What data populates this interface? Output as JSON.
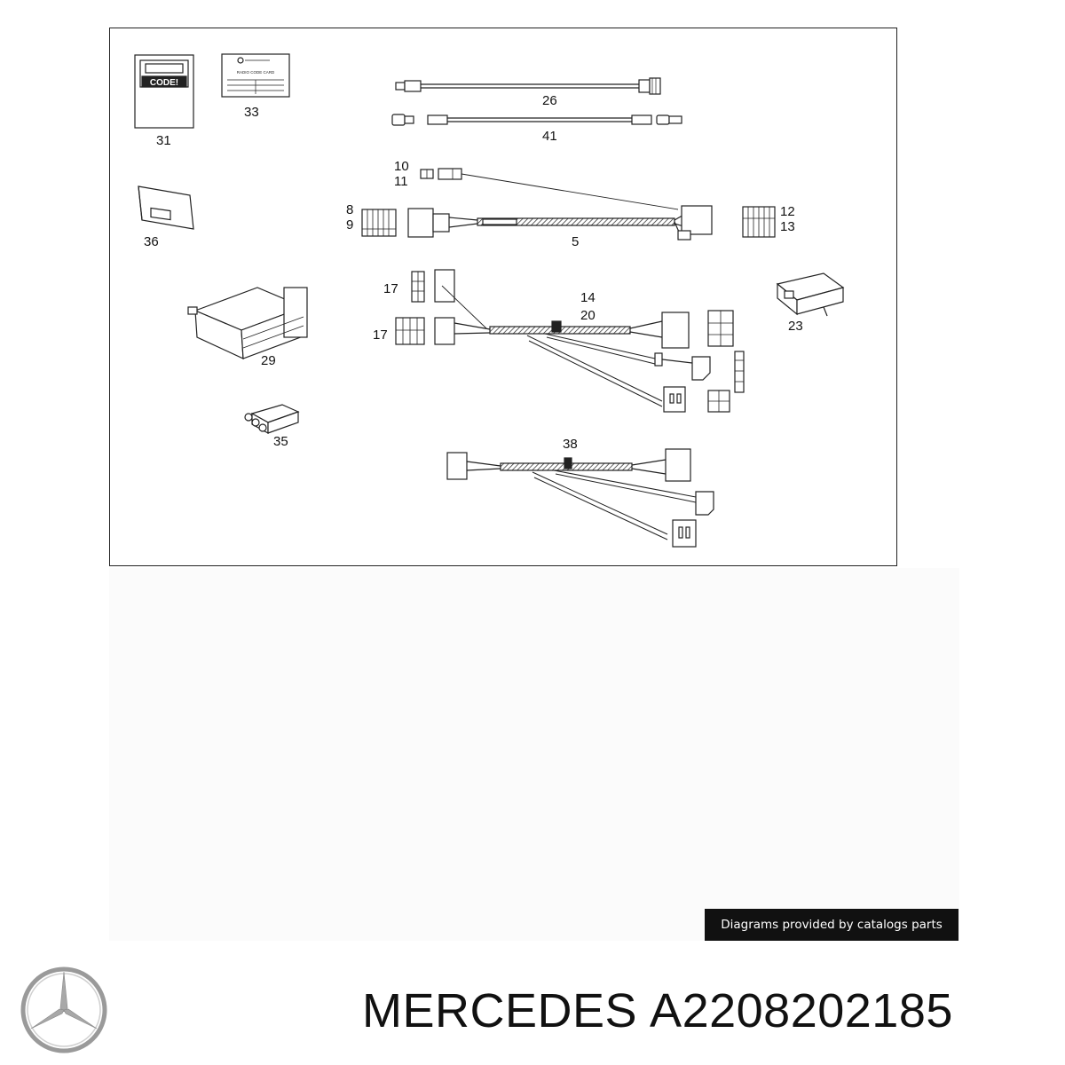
{
  "diagram": {
    "callouts": {
      "c31": "31",
      "c33": "33",
      "c26": "26",
      "c41": "41",
      "c10": "10",
      "c11": "11",
      "c8": "8",
      "c9": "9",
      "c5": "5",
      "c12": "12",
      "c13": "13",
      "c36": "36",
      "c17a": "17",
      "c17b": "17",
      "c14": "14",
      "c20": "20",
      "c23": "23",
      "c29": "29",
      "c35": "35",
      "c38": "38"
    },
    "manual_cover_text": "CODE!",
    "radio_card_title": "RADIO CODE CARD",
    "colors": {
      "line": "#222222",
      "frame": "#222222",
      "paper": "#ffffff"
    }
  },
  "caption": "Diagrams provided by catalogs parts",
  "part": {
    "brand": "MERCEDES",
    "number": "A2208202185"
  },
  "logo_icon": "mercedes-star-icon"
}
